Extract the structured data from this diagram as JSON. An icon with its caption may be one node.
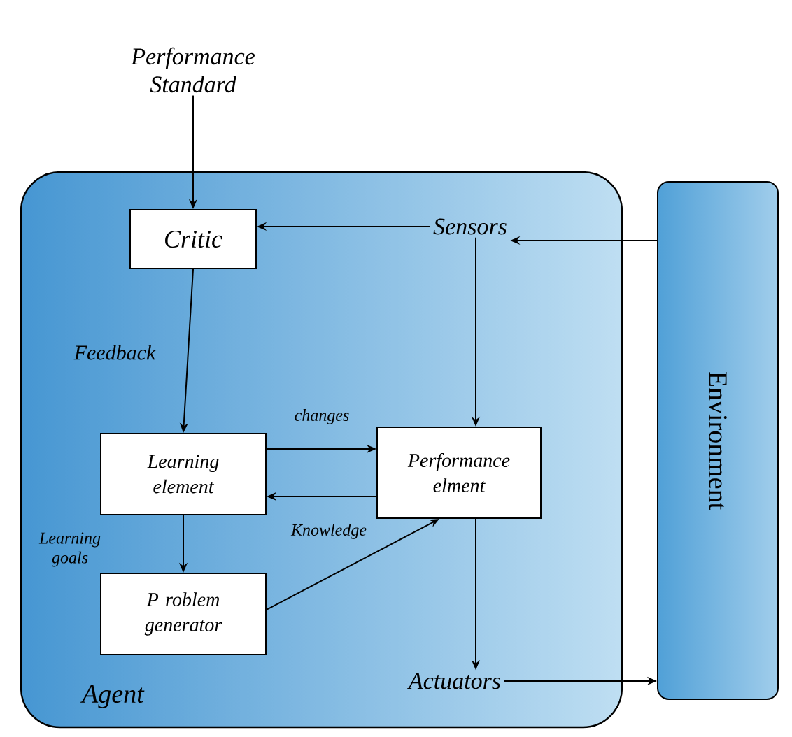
{
  "diagram": {
    "nodes": [
      {
        "text": [
          "Performance Standard"
        ]
      },
      {
        "text": [
          "Agent"
        ]
      },
      {
        "text": [
          "Environment"
        ]
      },
      {
        "text": [
          "Critic"
        ],
        "in": 1
      },
      {
        "text": [
          "Sensors"
        ],
        "in": 1
      },
      {
        "text": [
          "Learning element"
        ],
        "in": 1
      },
      {
        "text": [
          "Performance elment"
        ],
        "in": 1
      },
      {
        "text": [
          "P roblem generator"
        ],
        "in": 1
      },
      {
        "text": [
          "Actuators"
        ],
        "in": 1
      }
    ],
    "edges": [
      {
        "from": 0,
        "to": 3,
        "arrow": "to"
      },
      {
        "from": 4,
        "to": 3,
        "arrow": "to"
      },
      {
        "from": 2,
        "to": 4,
        "arrow": "to"
      },
      {
        "from": 3,
        "to": 5,
        "arrow": "to",
        "label": "Feedback"
      },
      {
        "from": 5,
        "to": 6,
        "arrow": "to",
        "label": "changes"
      },
      {
        "from": 6,
        "to": 5,
        "arrow": "to",
        "label": "Knowledge"
      },
      {
        "from": 4,
        "to": 6,
        "arrow": "to"
      },
      {
        "from": 5,
        "to": 7,
        "arrow": "to",
        "label": "Learning goals"
      },
      {
        "from": 7,
        "to": 6,
        "arrow": "to"
      },
      {
        "from": 6,
        "to": 8,
        "arrow": "to"
      },
      {
        "from": 8,
        "to": 2,
        "arrow": "to"
      }
    ]
  }
}
